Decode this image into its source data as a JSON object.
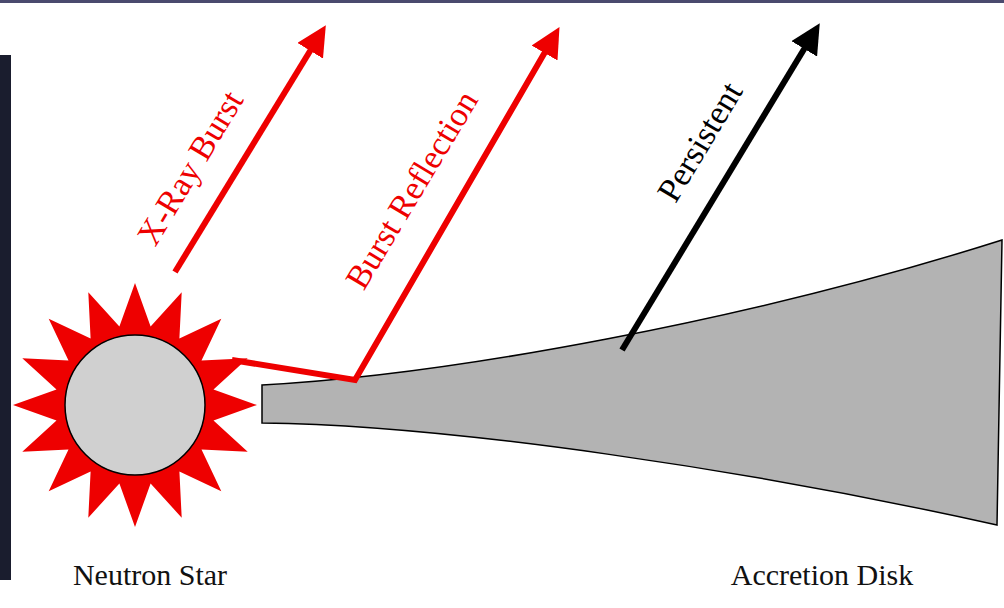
{
  "diagram": {
    "nodes": [
      {
        "text": [
          "Neutron Star"
        ]
      },
      {
        "text": [
          "Accretion Disk"
        ]
      }
    ],
    "labels": [
      "X-Ray Burst",
      "Burst Reflection",
      "Persistent"
    ]
  }
}
